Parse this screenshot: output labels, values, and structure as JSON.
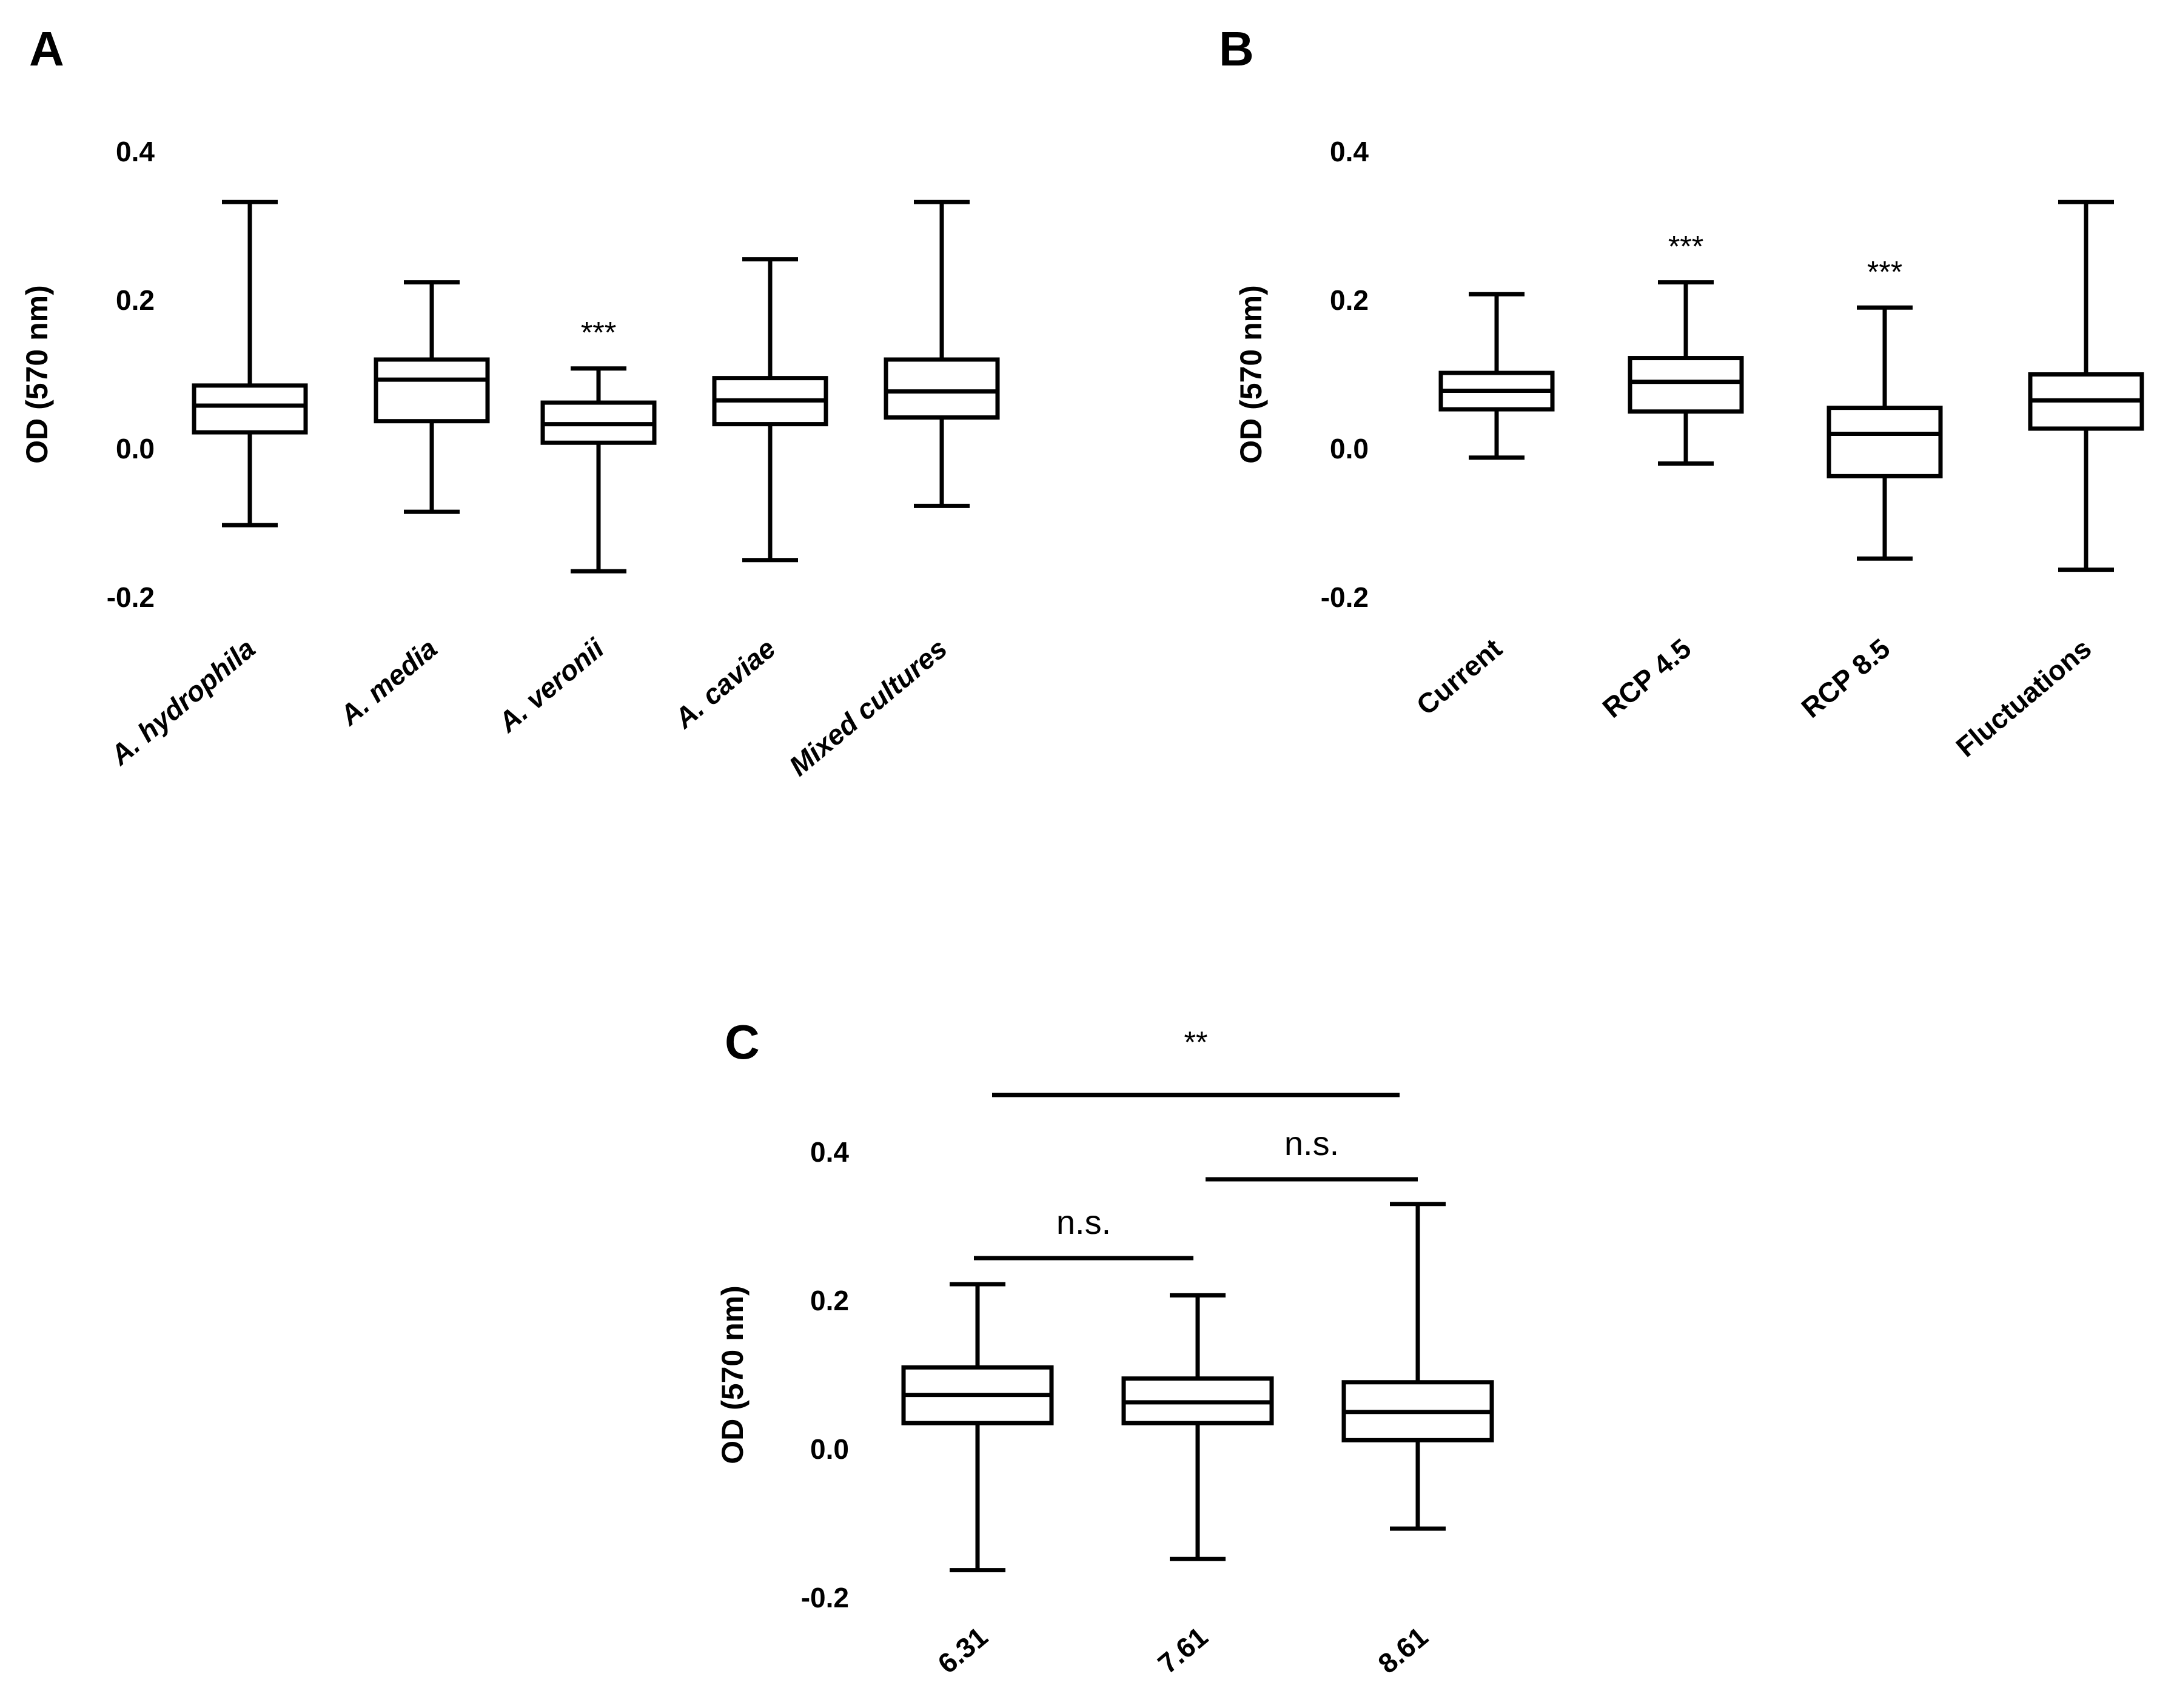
{
  "chart_data": [
    {
      "panel": "A",
      "type": "box",
      "ylabel": "OD (570 nm)",
      "yticks": [
        "0.4",
        "0.2",
        "0.0",
        "-0.2"
      ],
      "ylim": [
        -0.2,
        0.4
      ],
      "category_style": "italic",
      "categories": [
        "A. hydrophila",
        "A. media",
        "A. veronii",
        "A. caviae",
        "Mixed cultures"
      ],
      "boxes": [
        {
          "min": -0.103,
          "q1": 0.022,
          "median": 0.058,
          "q3": 0.085,
          "max": 0.332
        },
        {
          "min": -0.085,
          "q1": 0.037,
          "median": 0.093,
          "q3": 0.12,
          "max": 0.224
        },
        {
          "min": -0.165,
          "q1": 0.008,
          "median": 0.033,
          "q3": 0.062,
          "max": 0.108
        },
        {
          "min": -0.15,
          "q1": 0.033,
          "median": 0.065,
          "q3": 0.095,
          "max": 0.255
        },
        {
          "min": -0.077,
          "q1": 0.042,
          "median": 0.077,
          "q3": 0.12,
          "max": 0.332
        }
      ],
      "annotations": [
        {
          "category": "A. veronii",
          "text": "***"
        }
      ]
    },
    {
      "panel": "B",
      "type": "box",
      "ylabel": "OD (570 nm)",
      "yticks": [
        "0.4",
        "0.2",
        "0.0",
        "-0.2"
      ],
      "ylim": [
        -0.2,
        0.4
      ],
      "category_style": "normal",
      "categories": [
        "Current",
        "RCP 4.5",
        "RCP 8.5",
        "Fluctuations"
      ],
      "boxes": [
        {
          "min": -0.012,
          "q1": 0.053,
          "median": 0.078,
          "q3": 0.102,
          "max": 0.208
        },
        {
          "min": -0.02,
          "q1": 0.05,
          "median": 0.09,
          "q3": 0.122,
          "max": 0.224
        },
        {
          "min": -0.148,
          "q1": -0.037,
          "median": 0.02,
          "q3": 0.055,
          "max": 0.19
        },
        {
          "min": -0.163,
          "q1": 0.027,
          "median": 0.065,
          "q3": 0.1,
          "max": 0.332
        }
      ],
      "annotations": [
        {
          "category": "RCP 4.5",
          "text": "***"
        },
        {
          "category": "RCP 8.5",
          "text": "***"
        }
      ]
    },
    {
      "panel": "C",
      "type": "box",
      "ylabel": "OD (570 nm)",
      "yticks": [
        "0.4",
        "0.2",
        "0.0",
        "-0.2"
      ],
      "ylim": [
        -0.2,
        0.4
      ],
      "category_style": "normal",
      "categories": [
        "6.31",
        "7.61",
        "8.61"
      ],
      "boxes": [
        {
          "min": -0.163,
          "q1": 0.035,
          "median": 0.073,
          "q3": 0.11,
          "max": 0.222
        },
        {
          "min": -0.148,
          "q1": 0.035,
          "median": 0.063,
          "q3": 0.095,
          "max": 0.207
        },
        {
          "min": -0.107,
          "q1": 0.012,
          "median": 0.05,
          "q3": 0.09,
          "max": 0.33
        }
      ],
      "comparisons": [
        {
          "from": "6.31",
          "to": "8.61",
          "text": "**"
        },
        {
          "from": "7.61",
          "to": "8.61",
          "text": "n.s."
        },
        {
          "from": "6.31",
          "to": "7.61",
          "text": "n.s."
        }
      ]
    }
  ]
}
